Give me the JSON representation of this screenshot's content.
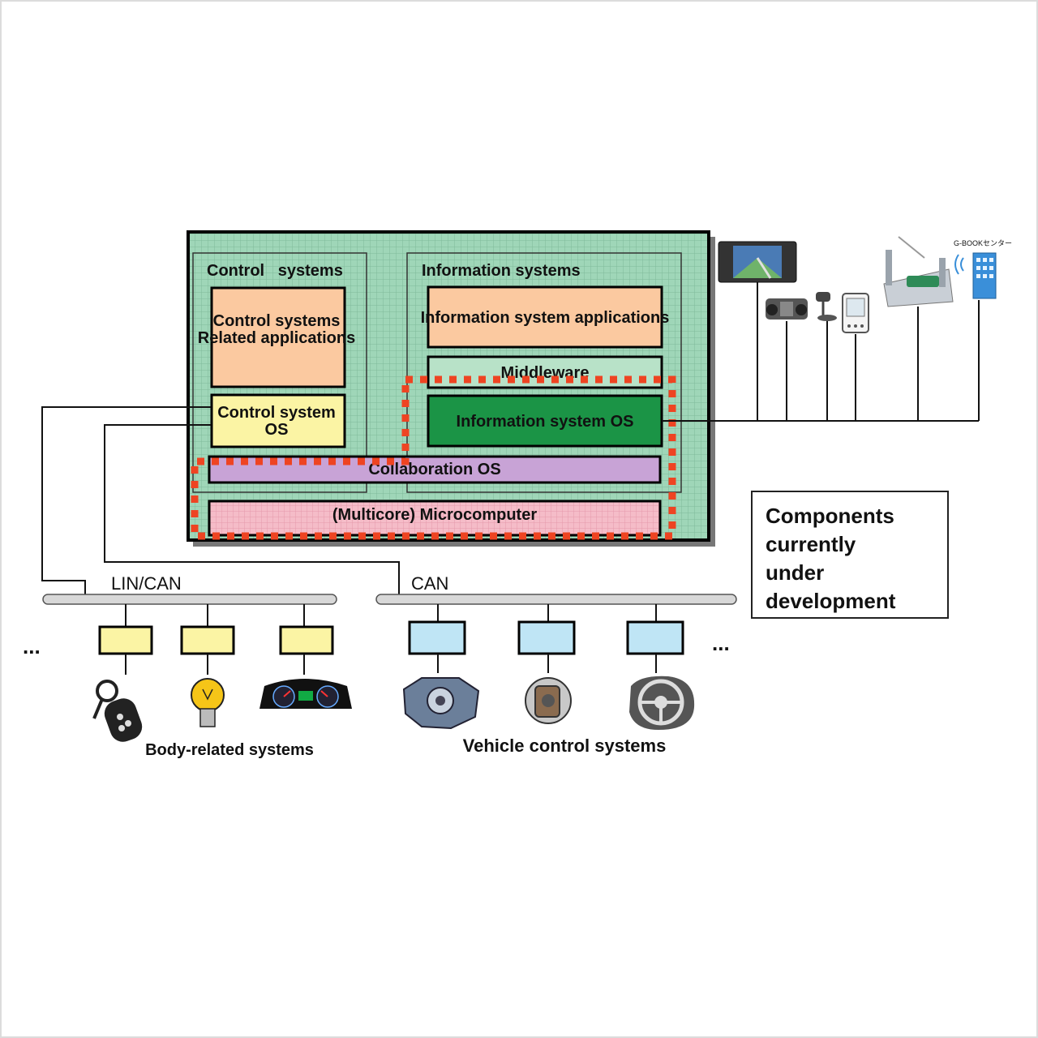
{
  "diagram": {
    "control_systems": {
      "title": "Control   systems",
      "apps_line1": "Control systems",
      "apps_line2": "Related applications",
      "os_line1": "Control system",
      "os_line2": "OS"
    },
    "information_systems": {
      "title": "Information systems",
      "apps": "Information system applications",
      "middleware": "Middleware",
      "os": "Information system OS"
    },
    "collaboration_os": "Collaboration OS",
    "microcomputer": "(Multicore) Microcomputer",
    "bus_left": "LIN/CAN",
    "bus_right": "CAN",
    "ellipsis_left": "...",
    "ellipsis_right": "...",
    "body_systems_label": "Body-related systems",
    "vehicle_systems_label": "Vehicle control systems",
    "gbook_label": "G-BOOKセンター",
    "legend": {
      "line1": "Components",
      "line2": "currently",
      "line3": "under",
      "line4": "development"
    }
  },
  "colors": {
    "grid_bg": "#9fd6b8",
    "apps_fill": "#fbc9a0",
    "control_os_fill": "#fbf4a4",
    "middleware_fill": "#b8e2c8",
    "info_os_fill": "#1b9446",
    "collab_fill": "#c8a3d6",
    "micro_fill": "#f5bcc8",
    "dev_outline": "#ee4422",
    "lin_node_fill": "#fbf4a4",
    "can_node_fill": "#bfe5f5"
  }
}
